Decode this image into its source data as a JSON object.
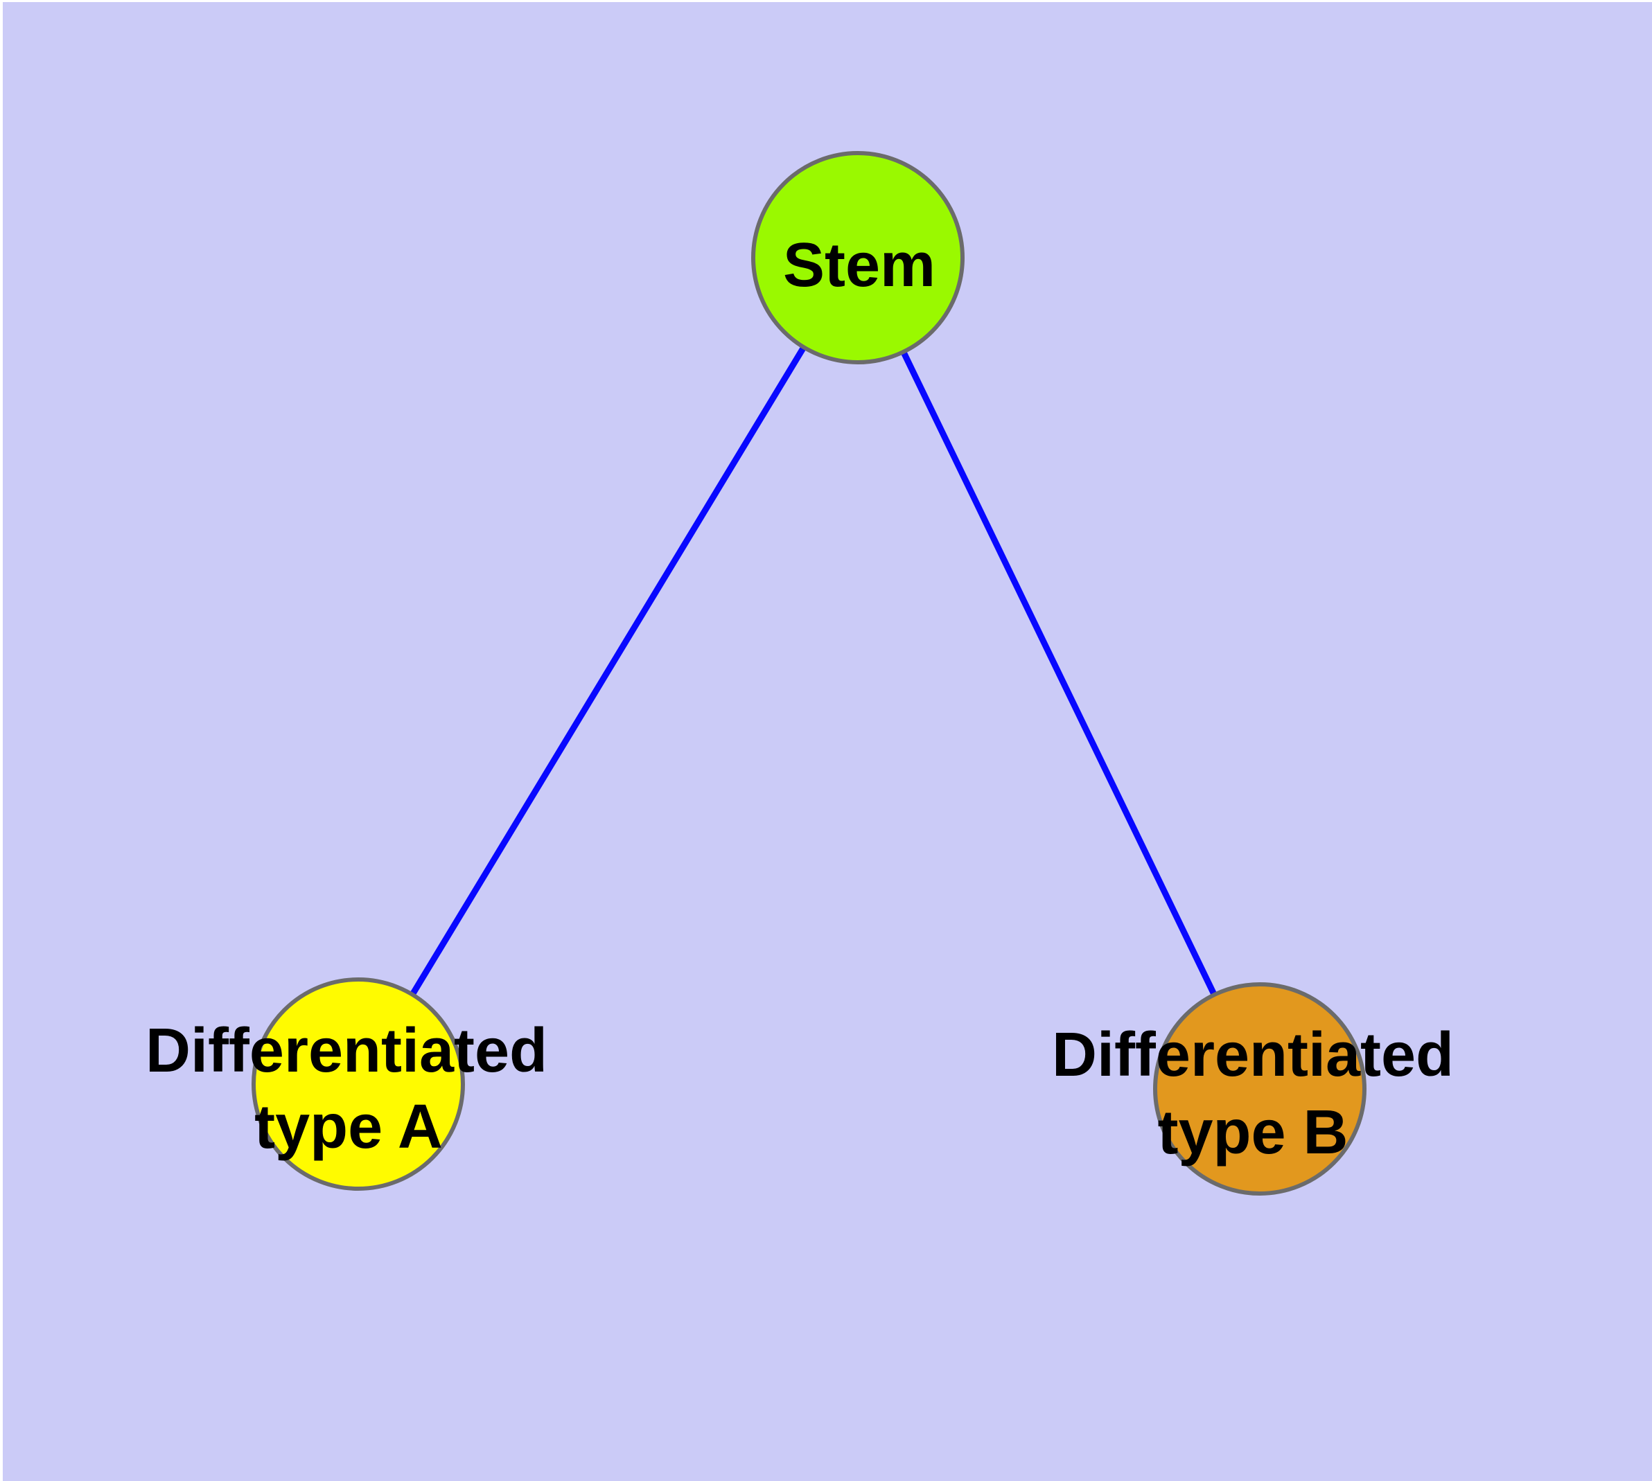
{
  "diagram": {
    "title": "",
    "type": "node-link tree (cell differentiation hierarchy)",
    "nodes": [
      {
        "id": "stem",
        "label": "Stem",
        "lines": {
          "line1": "Stem"
        },
        "fill": "#9AF900",
        "shape": "circle"
      },
      {
        "id": "type-a",
        "label": "Differentiated type A",
        "lines": {
          "line1": "Differentiated",
          "line2": "type A"
        },
        "fill": "#FFFB00",
        "shape": "circle"
      },
      {
        "id": "type-b",
        "label": "Differentiated type B",
        "lines": {
          "line1": "Differentiated",
          "line2": "type B"
        },
        "fill": "#E2981E",
        "shape": "circle"
      }
    ],
    "edges": [
      {
        "from": "Stem",
        "to": "Differentiated type A"
      },
      {
        "from": "Stem",
        "to": "Differentiated type B"
      }
    ]
  },
  "colors": {
    "background": "#CBCBF7",
    "page_margin": "#FFFFFF",
    "edge": "#0808FF",
    "node_border": "#6B6B6B",
    "node_stem": "#9AF900",
    "node_type_a": "#FFFB00",
    "node_type_b": "#E2981E",
    "label_text": "#000000"
  }
}
